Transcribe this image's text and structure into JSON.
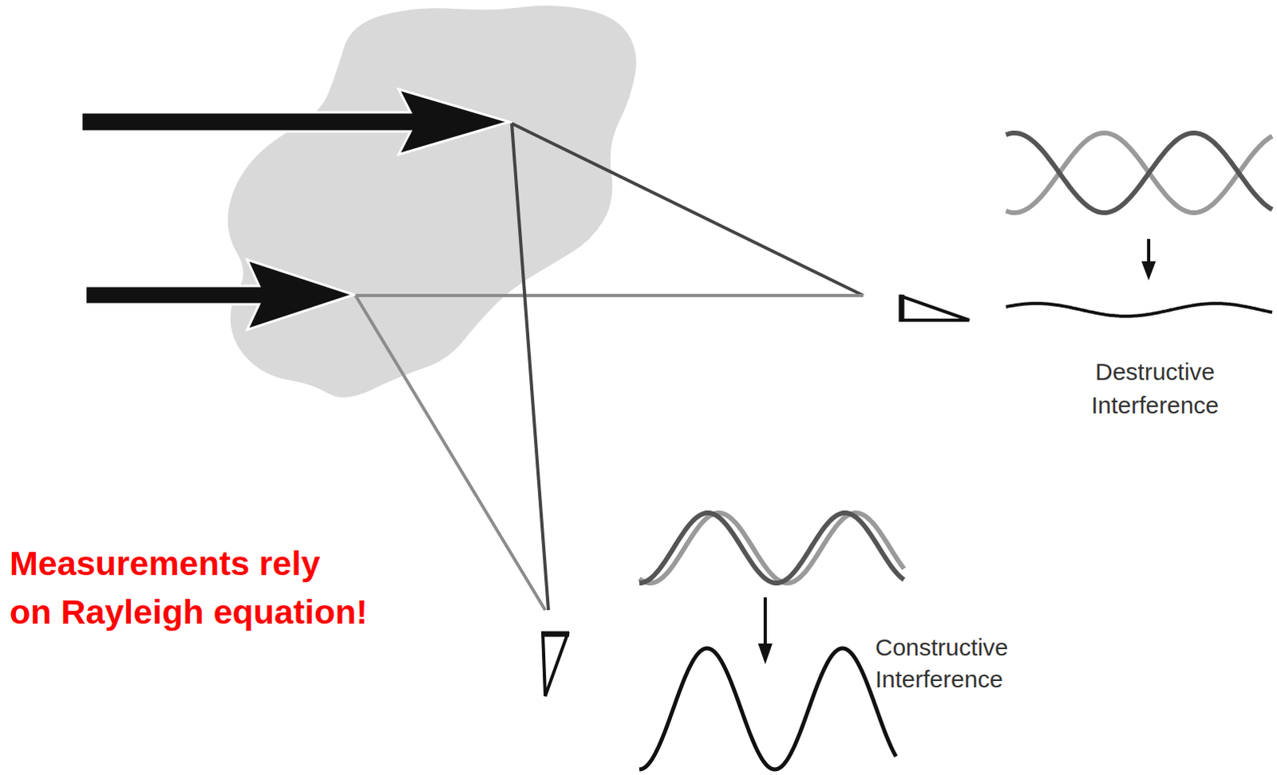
{
  "diagram": {
    "labels": [
      "Destructive Interference",
      "Constructive Interference",
      "Measurements rely on Rayleigh equation!"
    ]
  }
}
